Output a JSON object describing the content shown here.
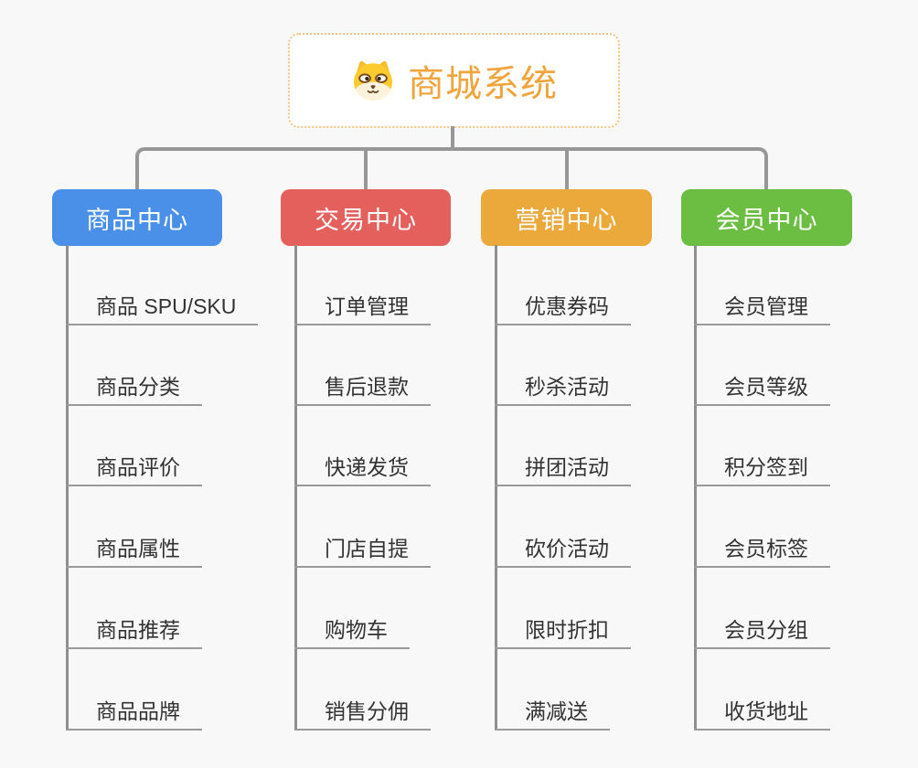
{
  "root": {
    "title": "商城系统",
    "icon": "shiba-dog-icon"
  },
  "branches": [
    {
      "id": "product-center",
      "label": "商品中心",
      "color": "#4A90E8",
      "items": [
        "商品 SPU/SKU",
        "商品分类",
        "商品评价",
        "商品属性",
        "商品推荐",
        "商品品牌"
      ]
    },
    {
      "id": "trade-center",
      "label": "交易中心",
      "color": "#E4605C",
      "items": [
        "订单管理",
        "售后退款",
        "快递发货",
        "门店自提",
        "购物车",
        "销售分佣"
      ]
    },
    {
      "id": "marketing-center",
      "label": "营销中心",
      "color": "#EBA93B",
      "items": [
        "优惠券码",
        "秒杀活动",
        "拼团活动",
        "砍价活动",
        "限时折扣",
        "满减送"
      ]
    },
    {
      "id": "member-center",
      "label": "会员中心",
      "color": "#6CBE43",
      "items": [
        "会员管理",
        "会员等级",
        "积分签到",
        "会员标签",
        "会员分组",
        "收货地址"
      ]
    }
  ],
  "colors": {
    "background": "#F8F8F8",
    "root_border": "#F2C27E",
    "root_text": "#F0A43C",
    "connector": "#979797",
    "leaf_underline": "#9A9A9A",
    "leaf_text": "#333333"
  }
}
